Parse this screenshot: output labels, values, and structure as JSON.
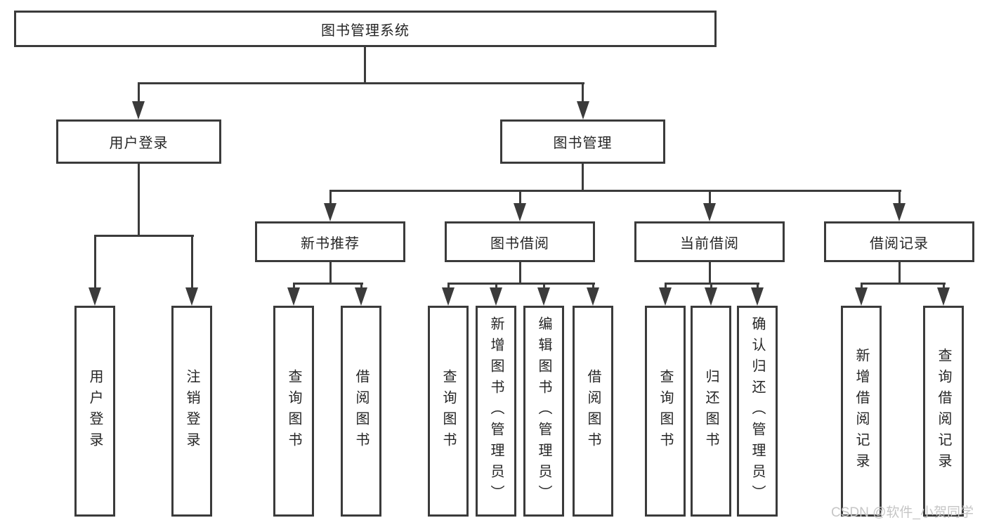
{
  "title": "图书管理系统",
  "nodes": {
    "root": "图书管理系统",
    "user_login": "用户登录",
    "book_management": "图书管理",
    "new_book_recommend": "新书推荐",
    "book_borrowing": "图书借阅",
    "current_borrowing": "当前借阅",
    "borrowing_records": "借阅记录",
    "leaf_user_login": "用户登录",
    "leaf_logout": "注销登录",
    "leaf_nbr_query_books": "查询图书",
    "leaf_nbr_borrow_books": "借阅图书",
    "leaf_bb_query_books": "查询图书",
    "leaf_bb_add_books": "新增图书（管理员）",
    "leaf_bb_edit_books": "编辑图书（管理员）",
    "leaf_bb_borrow_books": "借阅图书",
    "leaf_cb_query_books": "查询图书",
    "leaf_cb_return_books": "归还图书",
    "leaf_cb_confirm_return": "确认归还（管理员）",
    "leaf_br_add_record": "新增借阅记录",
    "leaf_br_query_record": "查询借阅记录"
  },
  "watermark": "CSDN @软件_小贺同学",
  "colors": {
    "line": "#3b3b3b",
    "text": "#262626",
    "watermark": "#c6c6c6",
    "background": "#ffffff"
  }
}
